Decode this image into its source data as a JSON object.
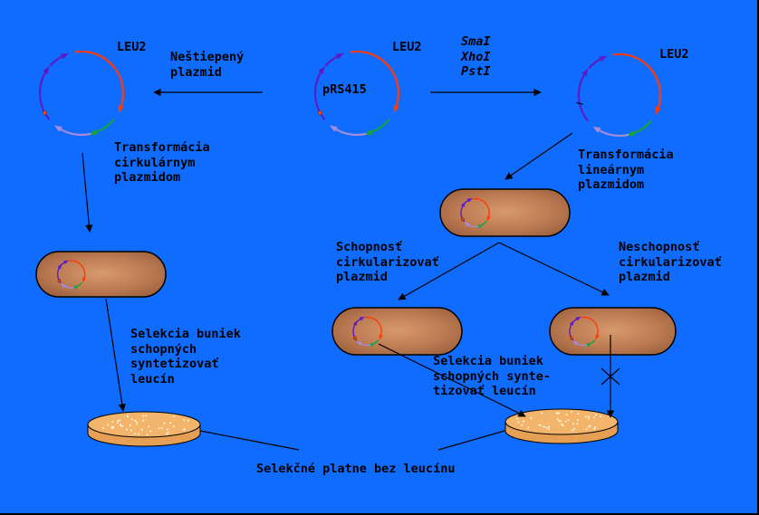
{
  "labels": {
    "leu2": "LEU2",
    "plasmid_name": "pRS415",
    "uncut_plasmid": "Neštiepený\nplazmid",
    "enzymes": "SmaI\nXhoI\nPstI",
    "transform_circular": "Transformácia\ncirkulárnym\nplazmidom",
    "transform_linear": "Transformácia\nlineárnym\nplazmidom",
    "able_to_circularize": "Schopnosť\ncirkularizovať\nplazmid",
    "unable_to_circularize": "Neschopnosť\ncirkularizovať\nplazmid",
    "selection_left": "Selekcia buniek\nschopných\nsyntetizovať\nleucín",
    "selection_right": "Selekcia buniek\nschopných synte-\ntizovať leucín",
    "plates": "Selekčné platne bez leucínu"
  },
  "colors": {
    "background": "#0f6cff",
    "plasmid_purple": "#5b1cc6",
    "plasmid_red": "#ff3a08",
    "plasmid_green": "#12a43c",
    "plasmid_lavender": "#a48cdc",
    "cell": "#c98a5e",
    "plate": "#f3b56b"
  }
}
